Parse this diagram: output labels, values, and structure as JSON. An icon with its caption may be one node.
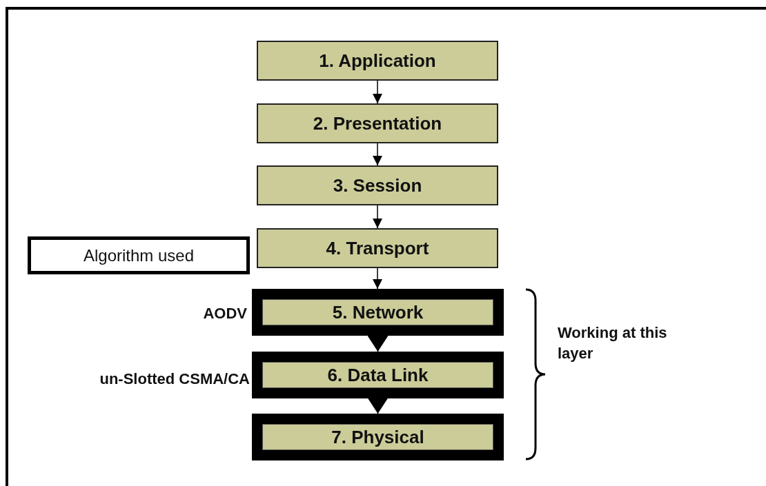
{
  "diagram": {
    "nodes": [
      {
        "text": [
          "1. Application"
        ]
      },
      {
        "text": [
          "2. Presentation"
        ]
      },
      {
        "text": [
          "3. Session"
        ]
      },
      {
        "text": [
          "4. Transport"
        ]
      },
      {
        "text": [
          "5. Network"
        ]
      },
      {
        "text": [
          "6. Data Link"
        ]
      },
      {
        "text": [
          "7. Physical"
        ]
      },
      {
        "text": [
          "Algorithm used"
        ]
      }
    ],
    "edges": [
      {
        "from": 0,
        "to": 1,
        "arrow": "to"
      },
      {
        "from": 1,
        "to": 2,
        "arrow": "to"
      },
      {
        "from": 2,
        "to": 3,
        "arrow": "to"
      },
      {
        "from": 3,
        "to": 4,
        "arrow": "to"
      },
      {
        "from": 4,
        "to": 5,
        "arrow": "to"
      },
      {
        "from": 5,
        "to": 6,
        "arrow": "to"
      }
    ],
    "labels": [
      "AODV",
      "un-Slotted CSMA/CA",
      "Working at this layer"
    ]
  }
}
